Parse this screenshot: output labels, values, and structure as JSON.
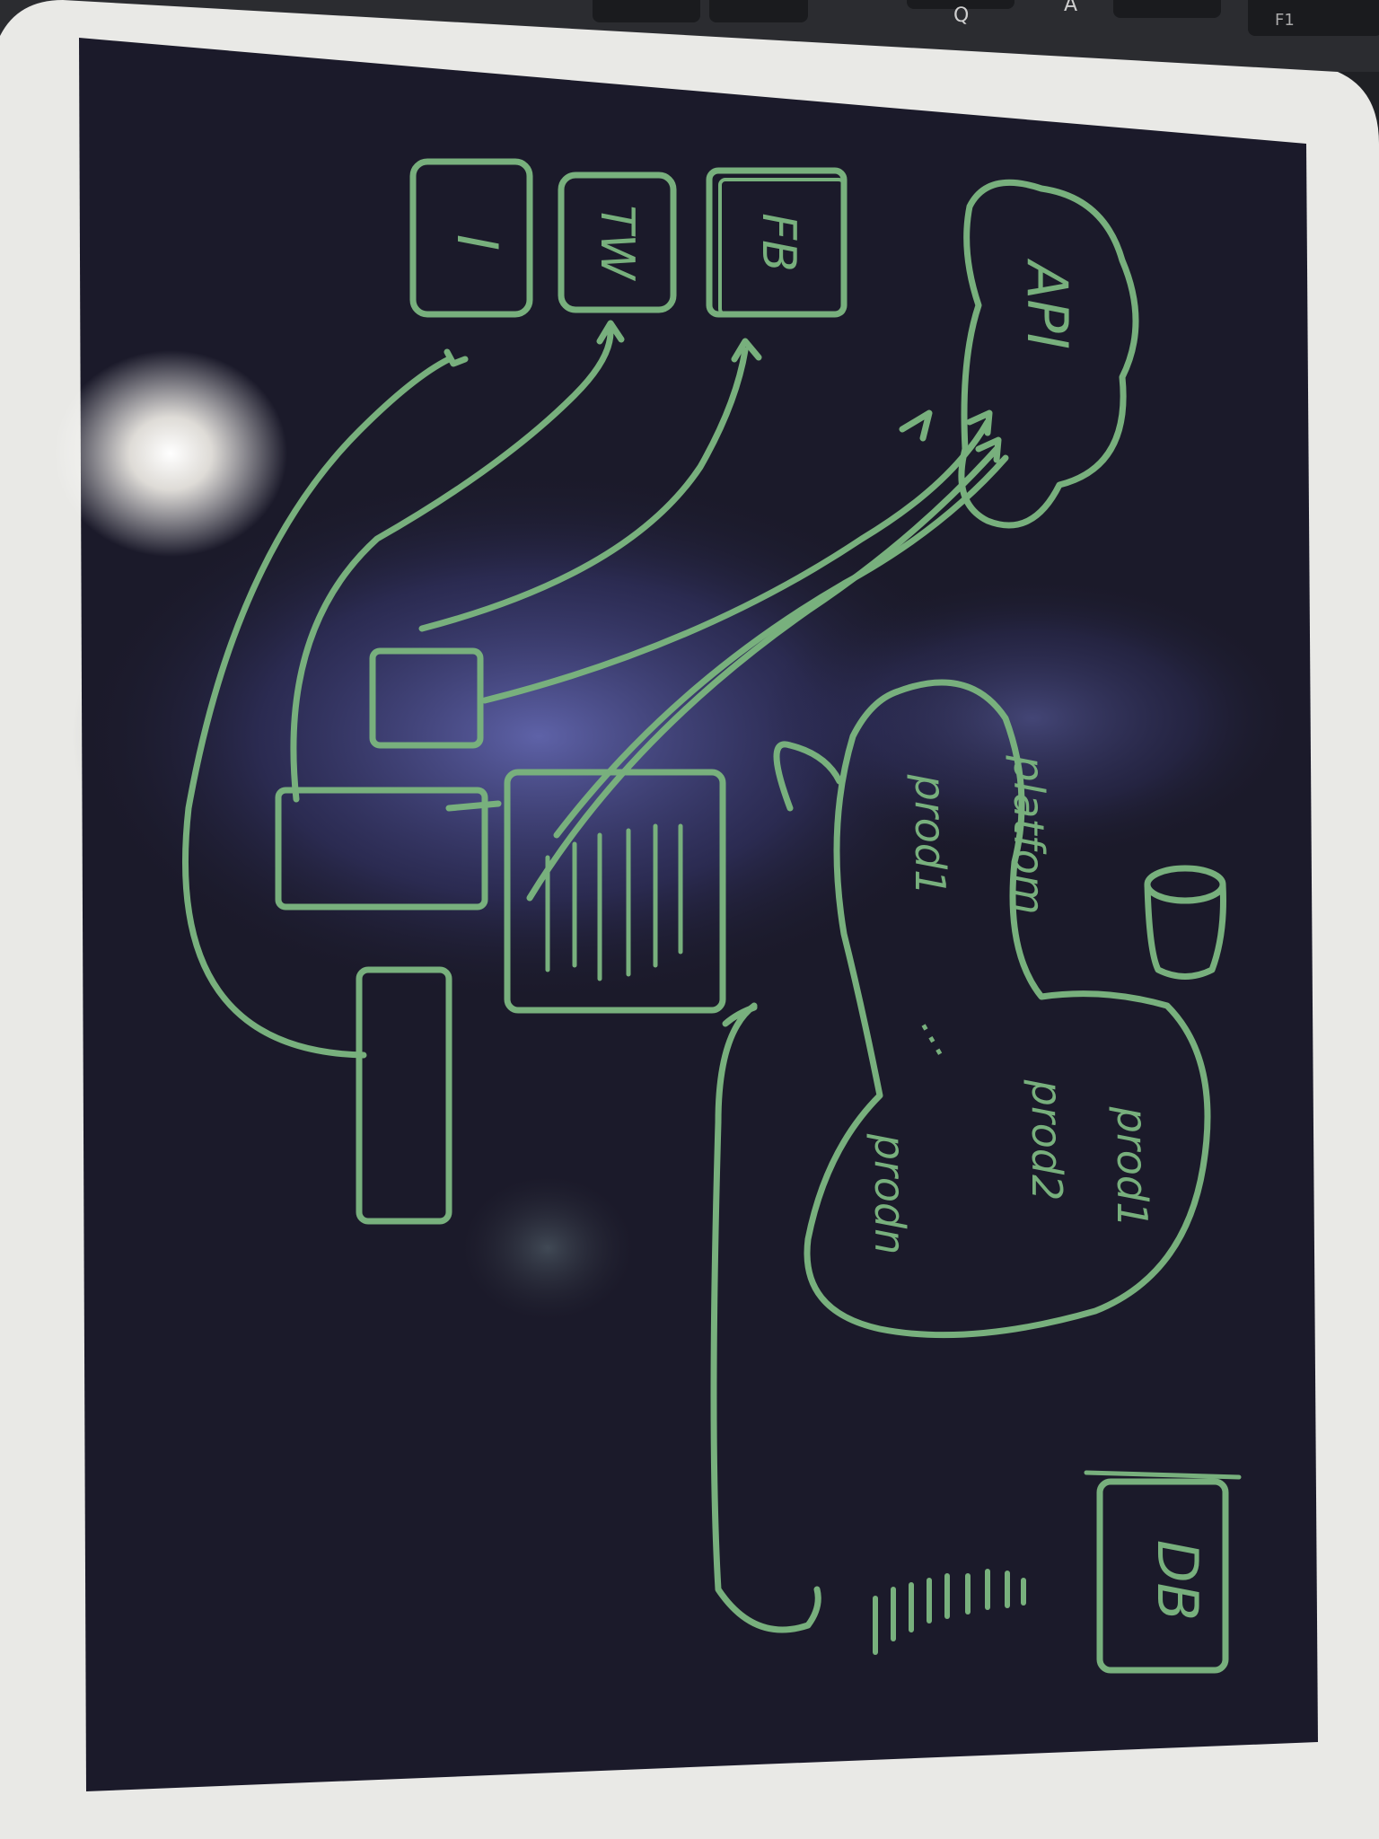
{
  "colors": {
    "ink": "#78b07d",
    "screen": "#1b1a2a",
    "bezel": "#e9e9e6",
    "keyboard": "#2b2c30",
    "glare": "#6a6fbe"
  },
  "labels": {
    "source_i": "I",
    "source_tw": "TW",
    "source_fb": "FB",
    "api": "API",
    "platform": "platfom",
    "prod1_left": "prod1",
    "prod1_right": "prod1",
    "prod2": "prod2",
    "ellipsis": "⋮",
    "prodn": "prodn",
    "db": "DB"
  },
  "keyboard": {
    "key_a": "A",
    "key_q": "Q",
    "key_f1": "F1"
  }
}
